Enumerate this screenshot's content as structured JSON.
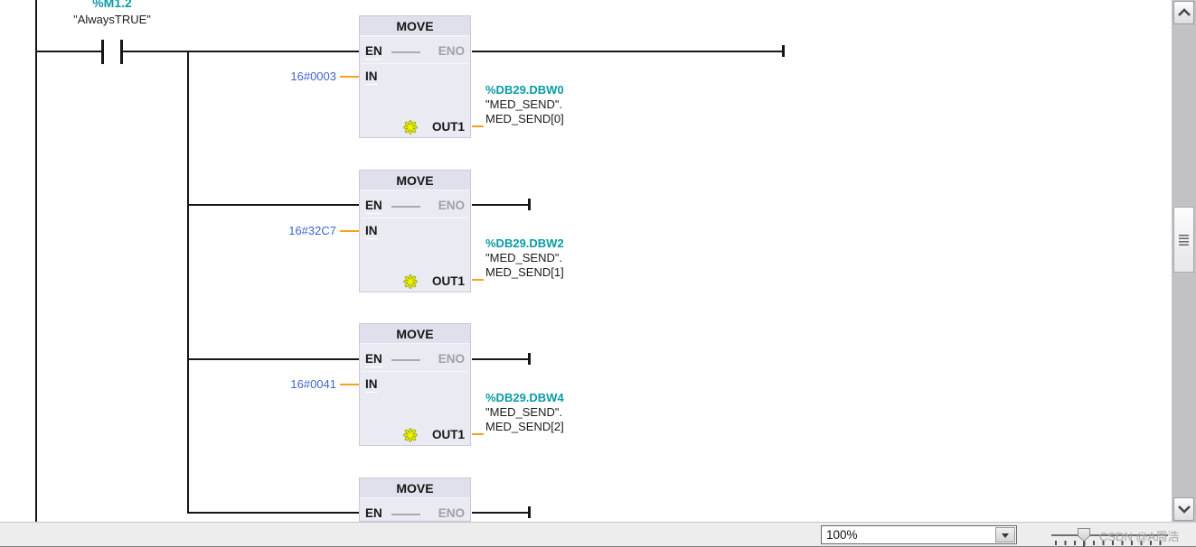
{
  "ladder": {
    "contact": {
      "address": "%M1.2",
      "name": "\"AlwaysTRUE\""
    },
    "branches": [
      {
        "block": {
          "title": "MOVE",
          "en": "EN",
          "eno": "ENO",
          "in": "IN",
          "out": "OUT1"
        },
        "in_value": "16#0003",
        "out_operand": {
          "address": "%DB29.DBW0",
          "db": "\"MED_SEND\".",
          "element": "MED_SEND[0]"
        }
      },
      {
        "block": {
          "title": "MOVE",
          "en": "EN",
          "eno": "ENO",
          "in": "IN",
          "out": "OUT1"
        },
        "in_value": "16#32C7",
        "out_operand": {
          "address": "%DB29.DBW2",
          "db": "\"MED_SEND\".",
          "element": "MED_SEND[1]"
        }
      },
      {
        "block": {
          "title": "MOVE",
          "en": "EN",
          "eno": "ENO",
          "in": "IN",
          "out": "OUT1"
        },
        "in_value": "16#0041",
        "out_operand": {
          "address": "%DB29.DBW4",
          "db": "\"MED_SEND\".",
          "element": "MED_SEND[2]"
        }
      },
      {
        "block": {
          "title": "MOVE",
          "en": "EN",
          "eno": "ENO"
        }
      }
    ]
  },
  "status_bar": {
    "zoom_value": "100%"
  },
  "watermark": {
    "text": "CSDN @A周浩"
  },
  "icons": {
    "out_marker": "star-icon",
    "scroll_up": "chevron-up-icon",
    "scroll_down": "chevron-down-icon",
    "combo_arrow": "triangle-down-icon",
    "thumb_grip": "grip-lines-icon"
  },
  "colors": {
    "operand_teal": "#0A9BA4",
    "constant_blue": "#3E63CE",
    "wire_orange": "#F9A01E",
    "eno_gray": "#A0A0A8",
    "wire_black": "#161616",
    "block_bg": "#EAEAF3",
    "block_header_bg": "#E0E0EC"
  }
}
